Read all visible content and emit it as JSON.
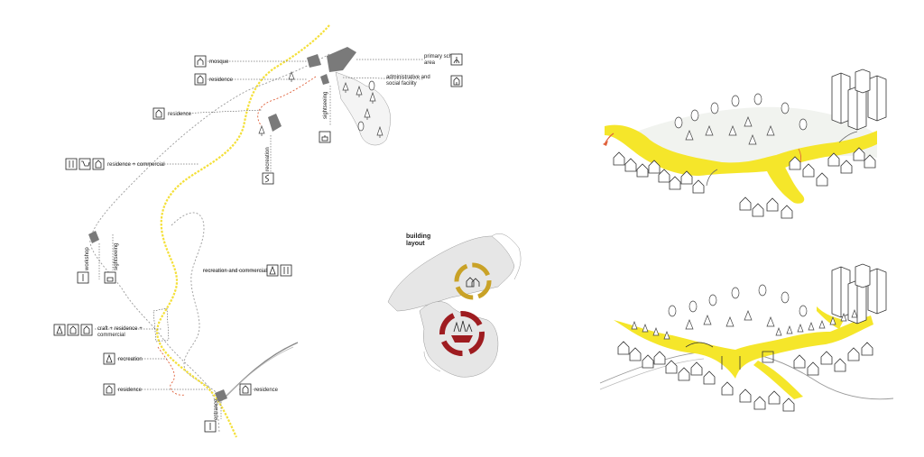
{
  "route_labels": {
    "mosque": "mosque",
    "residence_top": "residence",
    "residence_mid": "residence",
    "residence_commercial": "residence + commercial",
    "recreation_commercial": "recreation and commercial",
    "craft_residence_commercial_1": "craft + residence +",
    "craft_residence_commercial_2": "commercial",
    "recreation": "recreation",
    "residence_low_left": "residence",
    "residence_low_right": "residence",
    "primary_school_1": "primary school",
    "primary_school_2": "area",
    "admin_1": "administrative and",
    "admin_2": "social facility",
    "vertical_1": "sightseeing",
    "vertical_2": "recreation",
    "vertical_3": "sightseeing",
    "vertical_4": "workshop",
    "vertical_5": "entrance"
  },
  "building_layout": {
    "title_1": "building",
    "title_2": "layout"
  },
  "colors": {
    "yellow_path": "#f4e03a",
    "red_path": "#e0603a",
    "grey_path": "#9a9a9a",
    "ring_gold": "#c9a227",
    "ring_red": "#9e1c20",
    "highlight_yellow": "#f5e62a",
    "building_grey": "#7a7a7a"
  },
  "icons": [
    "mosque-icon",
    "house-icon",
    "fork-knife-icon",
    "cart-icon",
    "tree-icon",
    "school-icon",
    "admin-icon",
    "teapot-icon",
    "workshop-icon"
  ]
}
